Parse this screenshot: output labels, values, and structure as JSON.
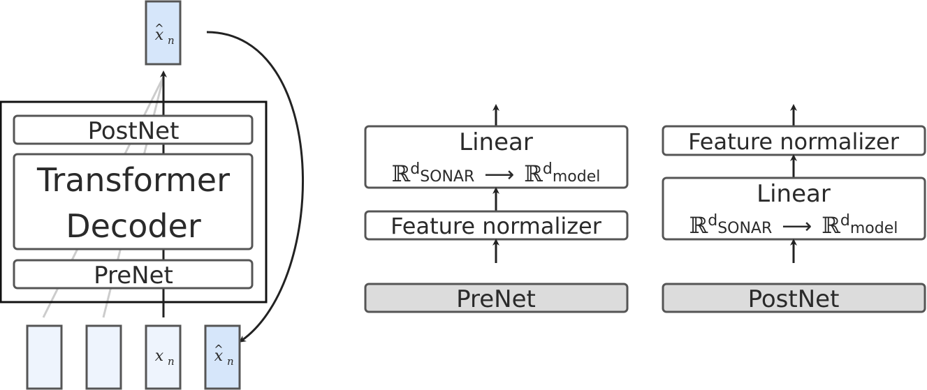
{
  "left": {
    "output_token": {
      "base": "x",
      "hat": "^",
      "sub": "n"
    },
    "postnet_label": "PostNet",
    "decoder_line1": "Transformer",
    "decoder_line2": "Decoder",
    "prenet_label": "PreNet",
    "input_current": {
      "base": "x",
      "sub": "n"
    },
    "input_fed_back": {
      "base": "x",
      "hat": "^",
      "sub": "n"
    }
  },
  "middle": {
    "linear_label": "Linear",
    "map_from": "ℝ",
    "map_from_exp": "d",
    "map_from_sub": "SONAR",
    "map_arrow": "⟶",
    "map_to": "ℝ",
    "map_to_exp": "d",
    "map_to_sub": "model",
    "normalizer_label": "Feature normalizer",
    "base_label": "PreNet"
  },
  "right": {
    "normalizer_label": "Feature normalizer",
    "linear_label": "Linear",
    "map_from": "ℝ",
    "map_from_exp": "d",
    "map_from_sub": "SONAR",
    "map_arrow": "⟶",
    "map_to": "ℝ",
    "map_to_exp": "d",
    "map_to_sub": "model",
    "base_label": "PostNet"
  }
}
